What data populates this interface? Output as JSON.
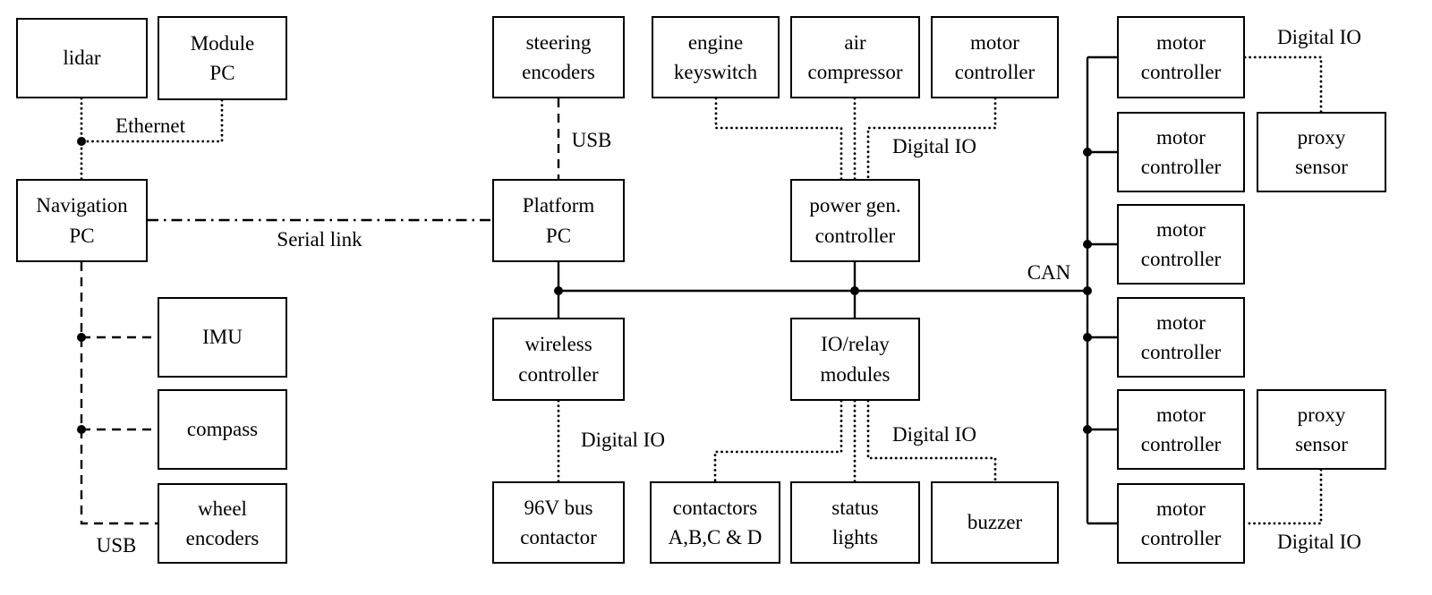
{
  "diagram": {
    "type": "block-diagram",
    "nodes": [
      {
        "id": "lidar",
        "label": [
          "lidar"
        ]
      },
      {
        "id": "module-pc",
        "label": [
          "Module",
          "PC"
        ]
      },
      {
        "id": "navigation-pc",
        "label": [
          "Navigation",
          "PC"
        ]
      },
      {
        "id": "imu",
        "label": [
          "IMU"
        ]
      },
      {
        "id": "compass",
        "label": [
          "compass"
        ]
      },
      {
        "id": "wheel-encoders",
        "label": [
          "wheel",
          "encoders"
        ]
      },
      {
        "id": "steering-encoders",
        "label": [
          "steering",
          "encoders"
        ]
      },
      {
        "id": "platform-pc",
        "label": [
          "Platform",
          "PC"
        ]
      },
      {
        "id": "wireless-controller",
        "label": [
          "wireless",
          "controller"
        ]
      },
      {
        "id": "bus-contactor",
        "label": [
          "96V bus",
          "contactor"
        ]
      },
      {
        "id": "engine-keyswitch",
        "label": [
          "engine",
          "keyswitch"
        ]
      },
      {
        "id": "air-compressor",
        "label": [
          "air",
          "compressor"
        ]
      },
      {
        "id": "motor-controller-gen",
        "label": [
          "motor",
          "controller"
        ]
      },
      {
        "id": "power-gen-controller",
        "label": [
          "power gen.",
          "controller"
        ]
      },
      {
        "id": "io-relay-modules",
        "label": [
          "IO/relay",
          "modules"
        ]
      },
      {
        "id": "contactors-abcd",
        "label": [
          "contactors",
          "A,B,C & D"
        ]
      },
      {
        "id": "status-lights",
        "label": [
          "status",
          "lights"
        ]
      },
      {
        "id": "buzzer",
        "label": [
          "buzzer"
        ]
      },
      {
        "id": "motor-controller-1",
        "label": [
          "motor",
          "controller"
        ]
      },
      {
        "id": "motor-controller-2",
        "label": [
          "motor",
          "controller"
        ]
      },
      {
        "id": "motor-controller-3",
        "label": [
          "motor",
          "controller"
        ]
      },
      {
        "id": "motor-controller-4",
        "label": [
          "motor",
          "controller"
        ]
      },
      {
        "id": "motor-controller-5",
        "label": [
          "motor",
          "controller"
        ]
      },
      {
        "id": "motor-controller-6",
        "label": [
          "motor",
          "controller"
        ]
      },
      {
        "id": "proxy-sensor-1",
        "label": [
          "proxy",
          "sensor"
        ]
      },
      {
        "id": "proxy-sensor-2",
        "label": [
          "proxy",
          "sensor"
        ]
      }
    ],
    "edge_labels": [
      {
        "id": "ethernet",
        "text": "Ethernet"
      },
      {
        "id": "serial-link",
        "text": "Serial link"
      },
      {
        "id": "usb-steering",
        "text": "USB"
      },
      {
        "id": "digio-powergen",
        "text": "Digital IO"
      },
      {
        "id": "can",
        "text": "CAN"
      },
      {
        "id": "digio-top-right",
        "text": "Digital IO"
      },
      {
        "id": "digio-wireless",
        "text": "Digital IO"
      },
      {
        "id": "digio-iorelay",
        "text": "Digital IO"
      },
      {
        "id": "usb-left",
        "text": "USB"
      },
      {
        "id": "digio-bottom-right",
        "text": "Digital IO"
      }
    ],
    "connections": [
      {
        "from": "lidar",
        "to": "navigation-pc",
        "style": "dotted",
        "label": "Ethernet"
      },
      {
        "from": "module-pc",
        "to": "navigation-pc",
        "style": "dotted",
        "label": "Ethernet"
      },
      {
        "from": "navigation-pc",
        "to": "platform-pc",
        "style": "dash-dot",
        "label": "Serial link"
      },
      {
        "from": "navigation-pc",
        "to": "imu",
        "style": "dashed",
        "label": "USB"
      },
      {
        "from": "navigation-pc",
        "to": "compass",
        "style": "dashed",
        "label": "USB"
      },
      {
        "from": "navigation-pc",
        "to": "wheel-encoders",
        "style": "dashed",
        "label": "USB"
      },
      {
        "from": "steering-encoders",
        "to": "platform-pc",
        "style": "dashed",
        "label": "USB"
      },
      {
        "from": "engine-keyswitch",
        "to": "power-gen-controller",
        "style": "dotted",
        "label": "Digital IO"
      },
      {
        "from": "air-compressor",
        "to": "power-gen-controller",
        "style": "dotted",
        "label": "Digital IO"
      },
      {
        "from": "motor-controller-gen",
        "to": "power-gen-controller",
        "style": "dotted",
        "label": "Digital IO"
      },
      {
        "from": "wireless-controller",
        "to": "bus-contactor",
        "style": "dotted",
        "label": "Digital IO"
      },
      {
        "from": "io-relay-modules",
        "to": "contactors-abcd",
        "style": "dotted",
        "label": "Digital IO"
      },
      {
        "from": "io-relay-modules",
        "to": "status-lights",
        "style": "dotted",
        "label": "Digital IO"
      },
      {
        "from": "io-relay-modules",
        "to": "buzzer",
        "style": "dotted",
        "label": "Digital IO"
      },
      {
        "from": "motor-controller-1",
        "to": "proxy-sensor-1",
        "style": "dotted",
        "label": "Digital IO"
      },
      {
        "from": "motor-controller-6",
        "to": "proxy-sensor-2",
        "style": "dotted",
        "label": "Digital IO"
      }
    ],
    "bus": {
      "label": "CAN",
      "style": "solid",
      "members": [
        "platform-pc",
        "wireless-controller",
        "power-gen-controller",
        "io-relay-modules",
        "motor-controller-1",
        "motor-controller-2",
        "motor-controller-3",
        "motor-controller-4",
        "motor-controller-5",
        "motor-controller-6"
      ]
    }
  }
}
